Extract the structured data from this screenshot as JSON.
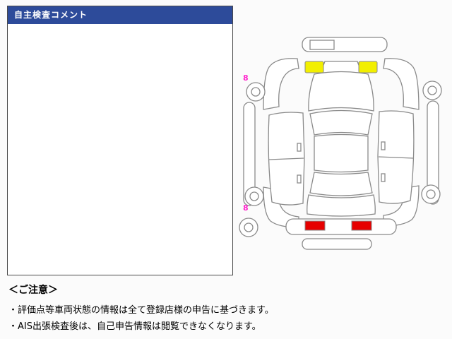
{
  "comment_panel": {
    "title": "自主検査コメント",
    "body": ""
  },
  "diagram": {
    "marks": {
      "front_left": "8",
      "rear_left": "8"
    },
    "colors": {
      "highlight_yellow": "#f2ef00",
      "highlight_red": "#e60000",
      "mark_pink": "#ff22cc",
      "outline_gray": "#8a8a8a",
      "header_blue": "#2d4b9a"
    }
  },
  "notice": {
    "heading": "＜ご注意＞",
    "line1": "・評価点等車両状態の情報は全て登録店様の申告に基づきます。",
    "line2": "・AIS出張検査後は、自己申告情報は閲覧できなくなります。"
  }
}
